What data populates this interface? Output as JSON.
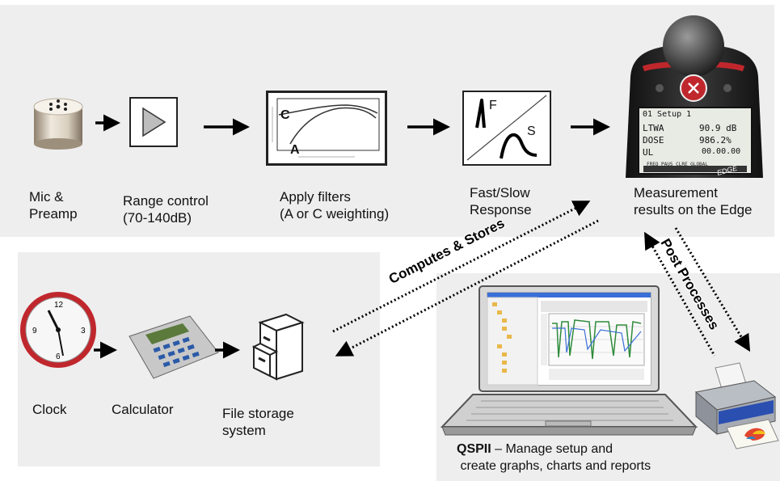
{
  "top_chain": {
    "mic_label": "Mic &\nPreamp",
    "range_label": "Range control\n(70-140dB)",
    "filters_label": "Apply filters\n(A or C weighting)",
    "response_label": "Fast/Slow\nResponse",
    "results_label": "Measurement\nresults on the Edge",
    "curve_c": "C",
    "curve_a": "A",
    "fs_f": "F",
    "fs_s": "S"
  },
  "device_screen": {
    "title": "01 Setup 1",
    "row1_label": "LTWA",
    "row1_value": "90.9 dB",
    "row2_label": "DOSE",
    "row2_value": "986.2%",
    "row3_label": "UL",
    "row3_value": "00.00.00",
    "footer": "FREQ PAUS CLRE GLOBAL",
    "brand": "EDGE"
  },
  "connectors": {
    "computes": "Computes & Stores",
    "post": "Post Processes"
  },
  "bottom_left": {
    "clock_label": "Clock",
    "calculator_label": "Calculator",
    "storage_label": "File storage\nsystem"
  },
  "software": {
    "name": "QSPII",
    "caption_rest": " – Manage setup and\n create graphs, charts and reports"
  },
  "colors": {
    "panel": "#eeeeee",
    "device_body": "#2a2a2a",
    "accent_red": "#c0272d",
    "chart_green": "#2e8b3a",
    "chart_blue": "#3a6fd8",
    "printer_blue": "#2a4fb0"
  }
}
